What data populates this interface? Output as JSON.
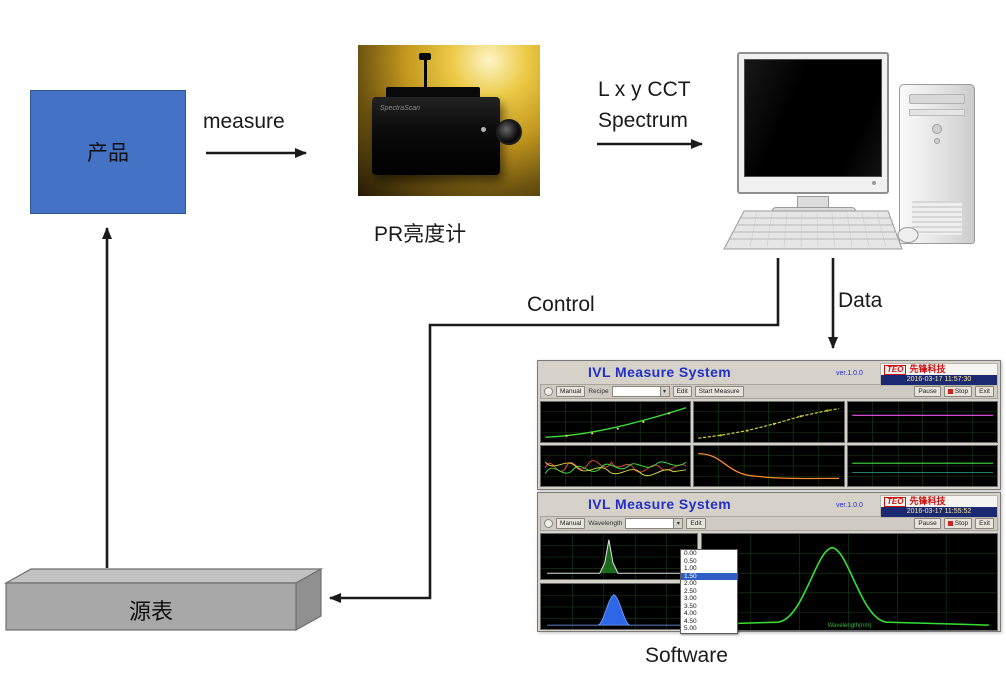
{
  "diagram": {
    "product_label": "产品",
    "measure_label": "measure",
    "pr_meter_caption": "PR亮度计",
    "pr_meter_device_text": "SpectraScan",
    "signal_line1": "L x y CCT",
    "signal_line2": "Spectrum",
    "control_label": "Control",
    "data_label": "Data",
    "source_meter_label": "源表",
    "software_caption": "Software"
  },
  "icons": {
    "chevron_down": "▾"
  },
  "software1": {
    "title": "IVL Measure System",
    "version": "ver.1.0.0",
    "logo_mark": "TEO",
    "brand": "先锋科技",
    "timestamp": "2016-03-17  11:57:30",
    "toolbar": {
      "manual": "Manual",
      "recipe": "Recipe",
      "edit": "Edit",
      "start": "Start Measure",
      "pause": "Pause",
      "stop": "Stop",
      "exit": "Exit"
    }
  },
  "software2": {
    "title": "IVL Measure System",
    "version": "ver.1.0.0",
    "logo_mark": "TEO",
    "brand": "先锋科技",
    "timestamp": "2016-03-17  11:55:52",
    "axis_label": "Wavelength(nm)",
    "toolbar": {
      "manual": "Manual",
      "recipe": "Wavelength",
      "edit": "Edit",
      "pause": "Pause",
      "stop": "Stop",
      "exit": "Exit"
    },
    "dropdown": {
      "selected_index": 3,
      "items": [
        "0.00",
        "0.50",
        "1.00",
        "1.50",
        "2.00",
        "2.50",
        "3.00",
        "3.50",
        "4.00",
        "4.50",
        "5.00"
      ]
    }
  }
}
